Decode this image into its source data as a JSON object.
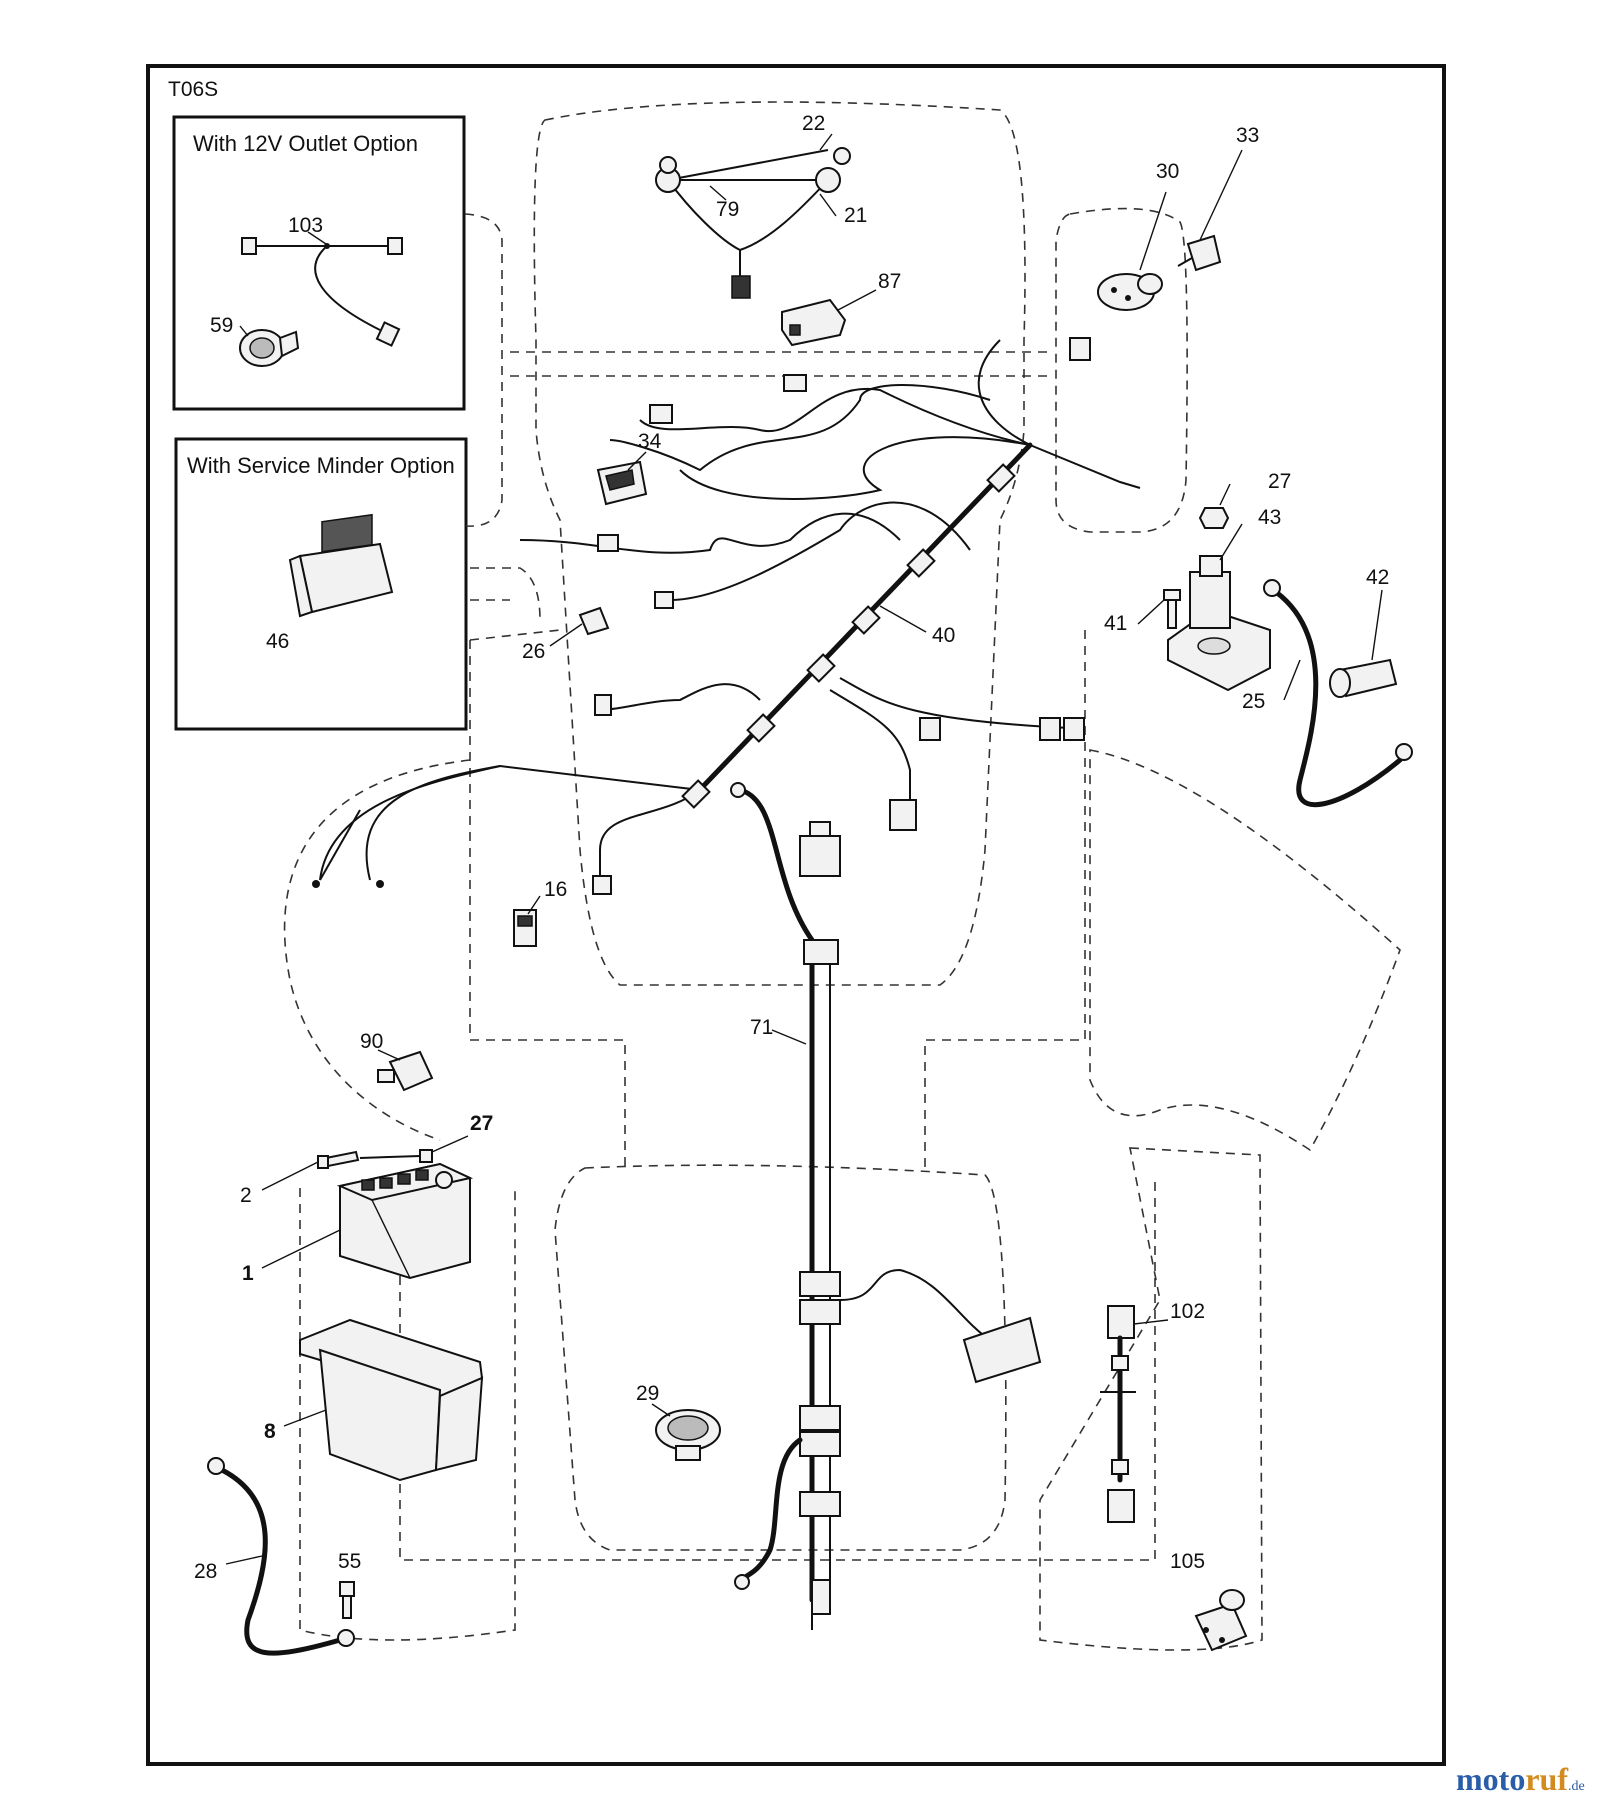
{
  "diagram": {
    "code": "T06S",
    "options": {
      "outlet": "With 12V Outlet Option",
      "service_minder": "With Service Minder Option"
    },
    "labels": {
      "p1": "1",
      "p2": "2",
      "p8": "8",
      "p16": "16",
      "p21": "21",
      "p22": "22",
      "p25": "25",
      "p26": "26",
      "p27a": "27",
      "p27b": "27",
      "p28": "28",
      "p29": "29",
      "p30": "30",
      "p33": "33",
      "p34": "34",
      "p40": "40",
      "p41": "41",
      "p42": "42",
      "p43": "43",
      "p46": "46",
      "p55": "55",
      "p59": "59",
      "p71": "71",
      "p79": "79",
      "p87": "87",
      "p90": "90",
      "p102": "102",
      "p103": "103",
      "p105": "105"
    },
    "watermark": {
      "part1": "moto",
      "part2": "ruf",
      "suffix": ".de"
    }
  }
}
